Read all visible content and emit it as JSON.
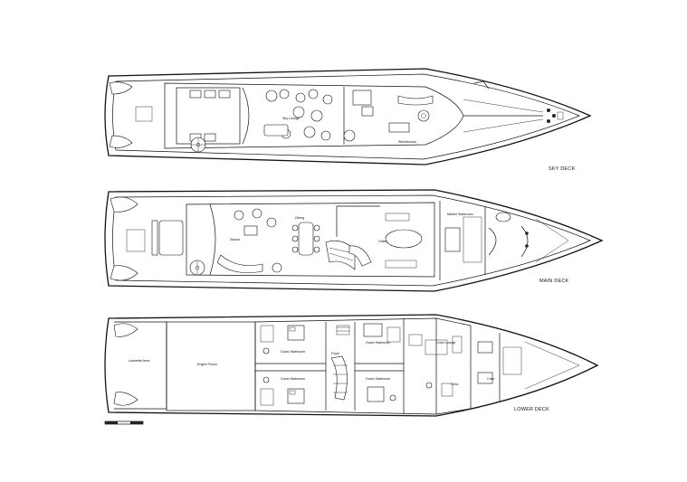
{
  "decks": [
    {
      "id": "sky",
      "title": "SKY DECK",
      "rooms": {
        "lounge": "Sky Lounge",
        "wheelhouse": "Wheelhouse"
      }
    },
    {
      "id": "main",
      "title": "MAIN DECK",
      "rooms": {
        "saloon": "Saloon",
        "dining": "Dining",
        "galley": "Galley",
        "master": "Master Stateroom"
      }
    },
    {
      "id": "lower",
      "title": "LOWER DECK",
      "rooms": {
        "lazarette": "Lazarette Area",
        "engine": "Engine Room",
        "foyer": "Foyer",
        "guest1": "Guest Stateroom",
        "guest2": "Guest Stateroom",
        "guest3": "Guest Stateroom",
        "guest4": "Guest Stateroom",
        "crewLounge": "Crew Lounge",
        "crew1": "Crew",
        "crew2": "Crew"
      }
    }
  ],
  "colors": {
    "line": "#111111",
    "background": "#ffffff"
  }
}
